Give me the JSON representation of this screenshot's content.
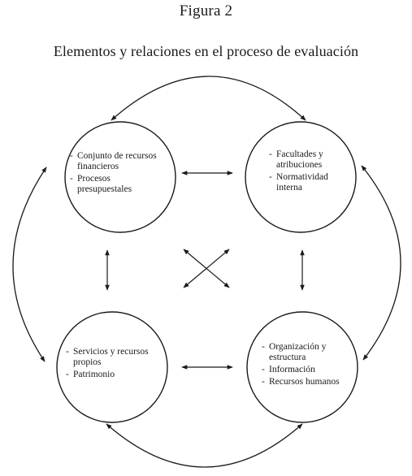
{
  "figure": {
    "number": "Figura 2",
    "title": "Elementos y relaciones en el proceso de evaluación"
  },
  "nodes": {
    "top_left": {
      "items": [
        "Conjunto de recursos financieros",
        "Procesos presupuestales"
      ]
    },
    "top_right": {
      "items": [
        "Facultades y atribuciones",
        "Normatividad interna"
      ]
    },
    "bottom_left": {
      "items": [
        "Servicios y recursos propios",
        "Patrimonio"
      ]
    },
    "bottom_right": {
      "items": [
        "Organización y estructura",
        "Información",
        "Recursos humanos"
      ]
    }
  },
  "colors": {
    "line": "#1a1a1a",
    "background": "#ffffff"
  }
}
